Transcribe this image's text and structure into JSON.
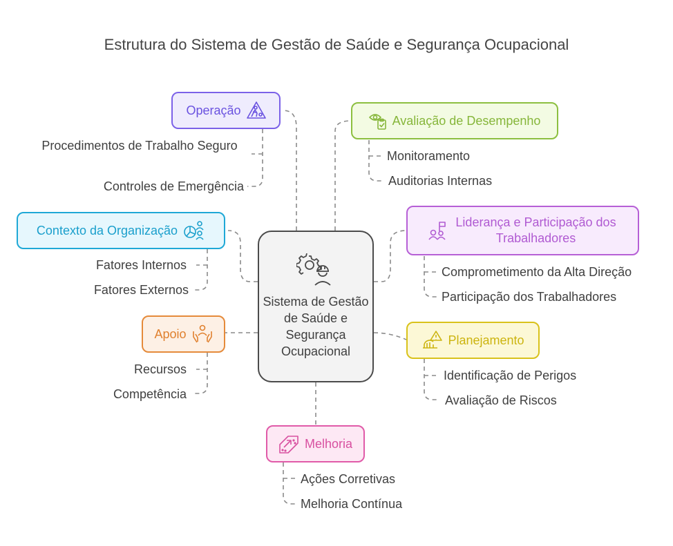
{
  "title": "Estrutura do Sistema de Gestão de Saúde e Segurança Ocupacional",
  "center": {
    "label": "Sistema de Gestão de Saúde e Segurança Ocupacional",
    "icon": "gear-worker-icon"
  },
  "branches": [
    {
      "id": "operacao",
      "label": "Operação",
      "icon": "construction-warning-icon",
      "color": "#7b61e8",
      "fill": "#efecfd",
      "children": [
        "Procedimentos de Trabalho Seguro",
        "Controles de Emergência"
      ]
    },
    {
      "id": "avaliacao",
      "label": "Avaliação de Desempenho",
      "icon": "eye-clipboard-icon",
      "color": "#8cbf3f",
      "fill": "#f3fbe3",
      "children": [
        "Monitoramento",
        "Auditorias Internas"
      ]
    },
    {
      "id": "contexto",
      "label": "Contexto da Organização",
      "icon": "chart-people-icon",
      "color": "#1ea8d6",
      "fill": "#e6f7fd",
      "children": [
        "Fatores Internos",
        "Fatores Externos"
      ]
    },
    {
      "id": "lideranca",
      "label": "Liderança e Participação dos Trabalhadores",
      "icon": "people-flag-icon",
      "color": "#b65fd6",
      "fill": "#f8ebfd",
      "children": [
        "Comprometimento da Alta Direção",
        "Participação dos Trabalhadores"
      ]
    },
    {
      "id": "apoio",
      "label": "Apoio",
      "icon": "hands-person-icon",
      "color": "#e58a3a",
      "fill": "#fdf0e5",
      "children": [
        "Recursos",
        "Competência"
      ]
    },
    {
      "id": "planejamento",
      "label": "Planejamento",
      "icon": "hardhat-warning-icon",
      "color": "#d9c21a",
      "fill": "#fcf8d6",
      "children": [
        "Identificação de Perigos",
        "Avaliação de Riscos"
      ]
    },
    {
      "id": "melhoria",
      "label": "Melhoria",
      "icon": "circuit-arrow-icon",
      "color": "#e05aa8",
      "fill": "#fde8f4",
      "children": [
        "Ações Corretivas",
        "Melhoria Contínua"
      ]
    }
  ]
}
